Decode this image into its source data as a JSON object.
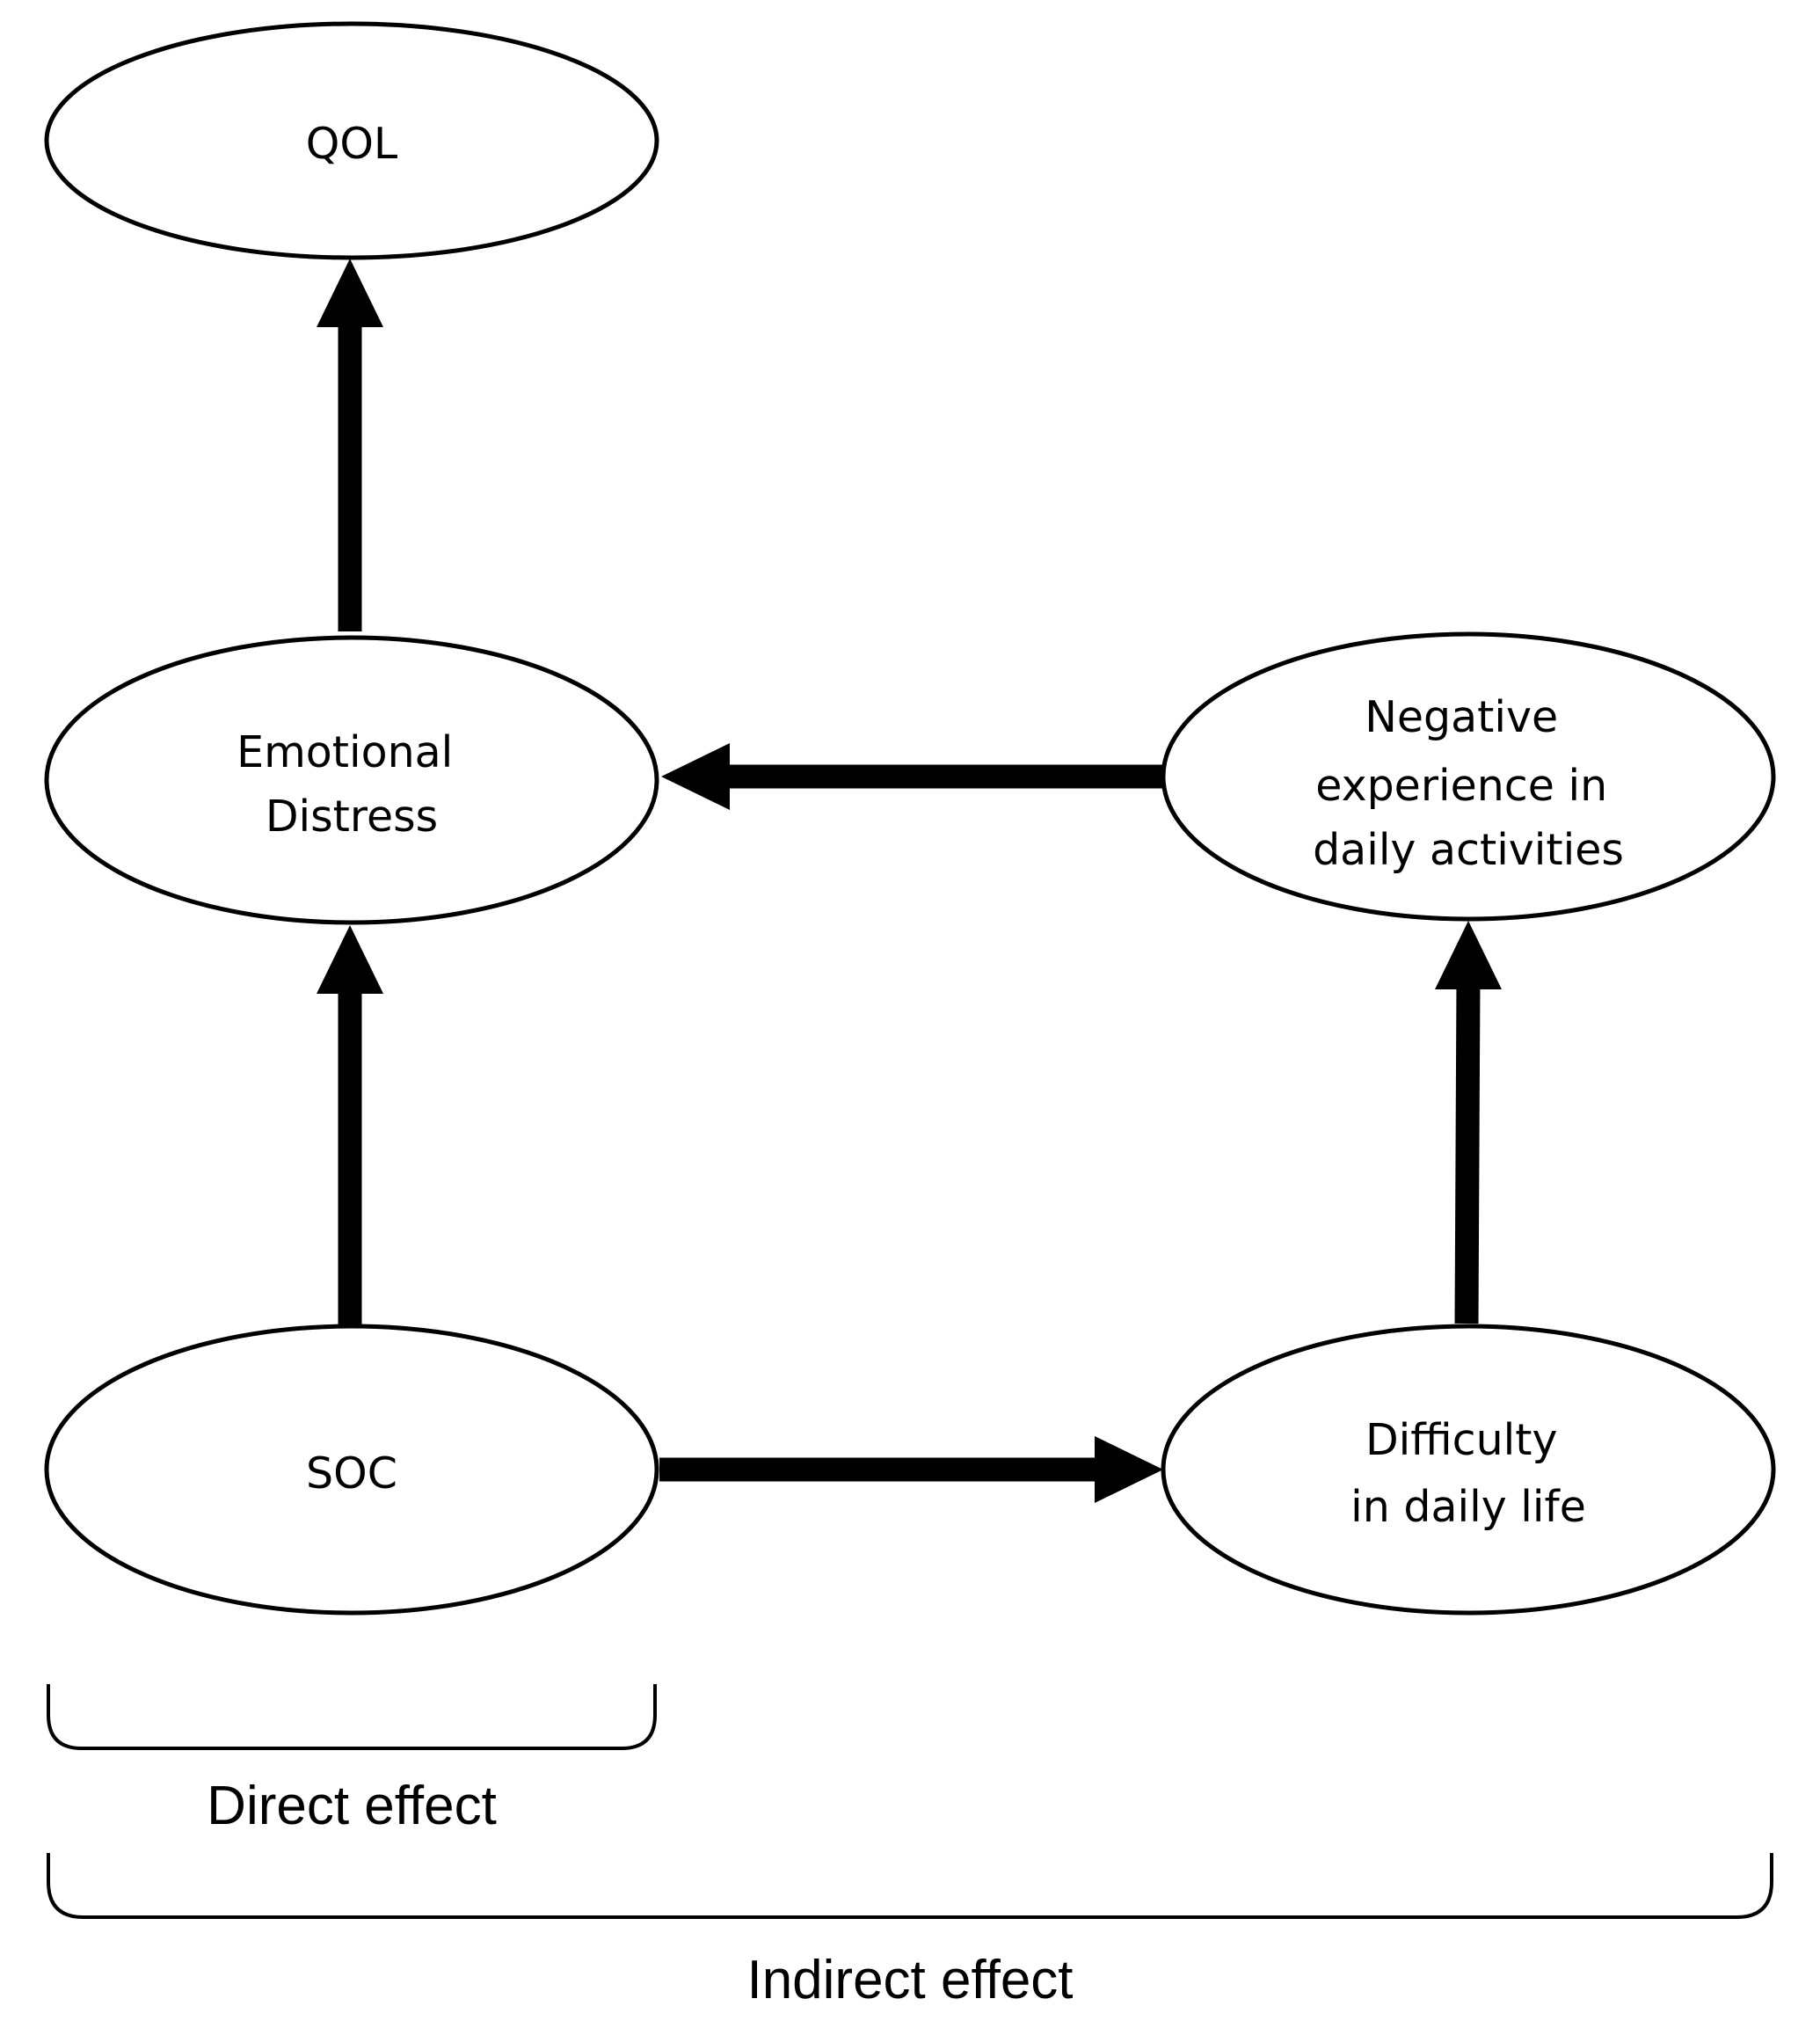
{
  "nodes": {
    "qol": {
      "lines": [
        "QOL"
      ]
    },
    "emotional_distress": {
      "lines": [
        "Emotional",
        "Distress"
      ]
    },
    "negative_experience": {
      "lines": [
        "Negative",
        "experience in",
        "daily activities"
      ]
    },
    "soc": {
      "lines": [
        "SOC"
      ]
    },
    "difficulty": {
      "lines": [
        "Difficulty",
        "in daily life"
      ]
    }
  },
  "edges": [
    {
      "from": "soc",
      "to": "emotional_distress"
    },
    {
      "from": "emotional_distress",
      "to": "qol"
    },
    {
      "from": "soc",
      "to": "difficulty"
    },
    {
      "from": "difficulty",
      "to": "negative_experience"
    },
    {
      "from": "negative_experience",
      "to": "emotional_distress"
    }
  ],
  "brackets": {
    "direct": {
      "label": "Direct effect"
    },
    "indirect": {
      "label": "Indirect effect"
    }
  },
  "colors": {
    "stroke": "#000000",
    "fill": "#ffffff"
  }
}
